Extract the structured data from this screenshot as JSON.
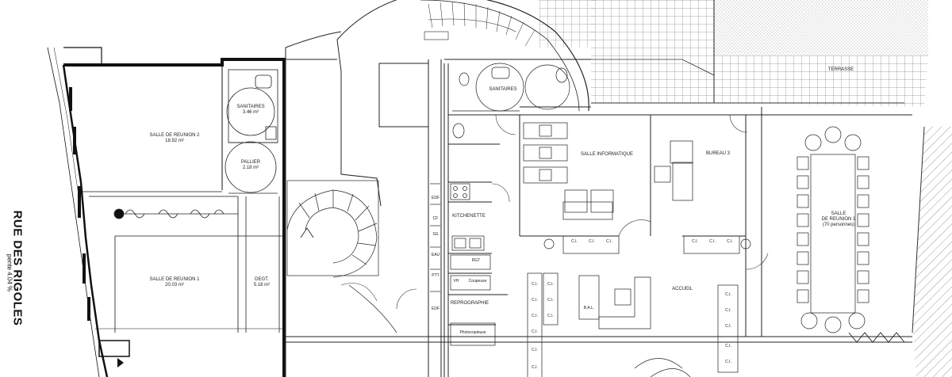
{
  "street": {
    "name": "RUE DES RIGOLES",
    "slope": "pente 4.04 %"
  },
  "rooms": {
    "salle_reunion_2": {
      "name": "SALLE DE REUNION 2",
      "area": "18.92 m²"
    },
    "sanitaires_left": {
      "name": "SANITAIRES",
      "area": "3.46 m²"
    },
    "pallier": {
      "name": "PALLIER",
      "area": "2.18 m²"
    },
    "salle_reunion_1_left": {
      "name": "SALLE DE REUNION 1",
      "area": "20.03 m²"
    },
    "degt": {
      "name": "DEGT.",
      "area": "5.18 m²"
    },
    "sanitaires_center": {
      "name": "SANITAIRES"
    },
    "kitchenette": {
      "name": "KITCHENETTE"
    },
    "reprographie": {
      "name": "REPROGRAPHIE"
    },
    "salle_informatique": {
      "name": "SALLE INFORMATIQUE"
    },
    "bureau_3": {
      "name": "BUREAU 3"
    },
    "accueil": {
      "name": "ACCUEIL"
    },
    "salle_reunion_1_right": {
      "name": "SALLE",
      "name2": "DE REUNION 1",
      "capacity": "(70 personnes)"
    },
    "terrasse": {
      "name": "TERRASSE"
    }
  },
  "equipment": {
    "edf_top": "EDF",
    "cf": "CF",
    "sg": "SG",
    "eau": "EAU",
    "ptt": "PTT",
    "edf_bottom": "EDF",
    "rgt": "RGT",
    "vh": "VH",
    "coupeuse": "Coupeuse",
    "photocopieuse": "Photocopieuse",
    "bal": "B.A.L."
  },
  "cabinet_label": "C.I."
}
